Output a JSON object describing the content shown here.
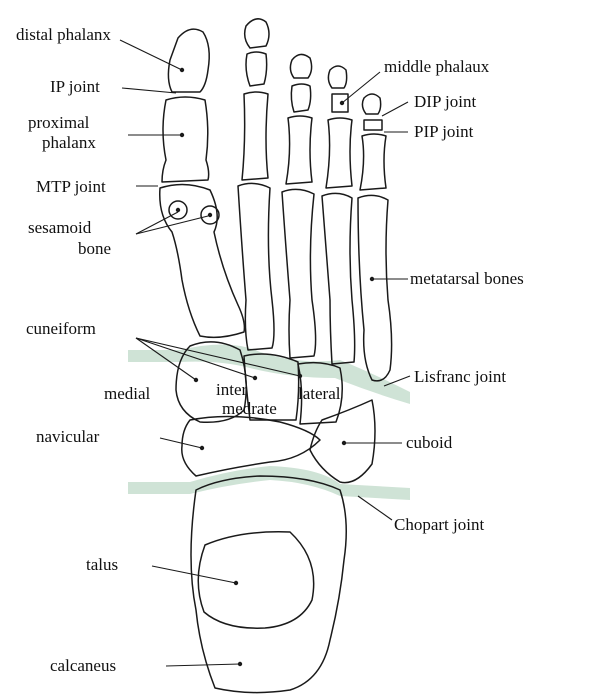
{
  "labels": {
    "distal_phalanx": "distal phalanx",
    "ip_joint": "IP joint",
    "proximal_phalanx_1": "proximal",
    "proximal_phalanx_2": "phalanx",
    "mtp_joint": "MTP joint",
    "sesamoid_1": "sesamoid",
    "sesamoid_2": "bone",
    "middle_phalanx": "middle phalaux",
    "dip_joint": "DIP joint",
    "pip_joint": "PIP joint",
    "metatarsal_bones": "metatarsal bones",
    "cuneiform": "cuneiform",
    "medial": "medial",
    "intermediate_1": "inter",
    "intermediate_2": "medrate",
    "lateral": "lateral",
    "lisfranc_joint": "Lisfranc joint",
    "navicular": "navicular",
    "cuboid": "cuboid",
    "chopart_joint": "Chopart joint",
    "talus": "talus",
    "calcaneus": "calcaneus"
  },
  "colors": {
    "joint_band": "#cfe3d6",
    "outline": "#1a1a1a",
    "background": "#ffffff"
  }
}
